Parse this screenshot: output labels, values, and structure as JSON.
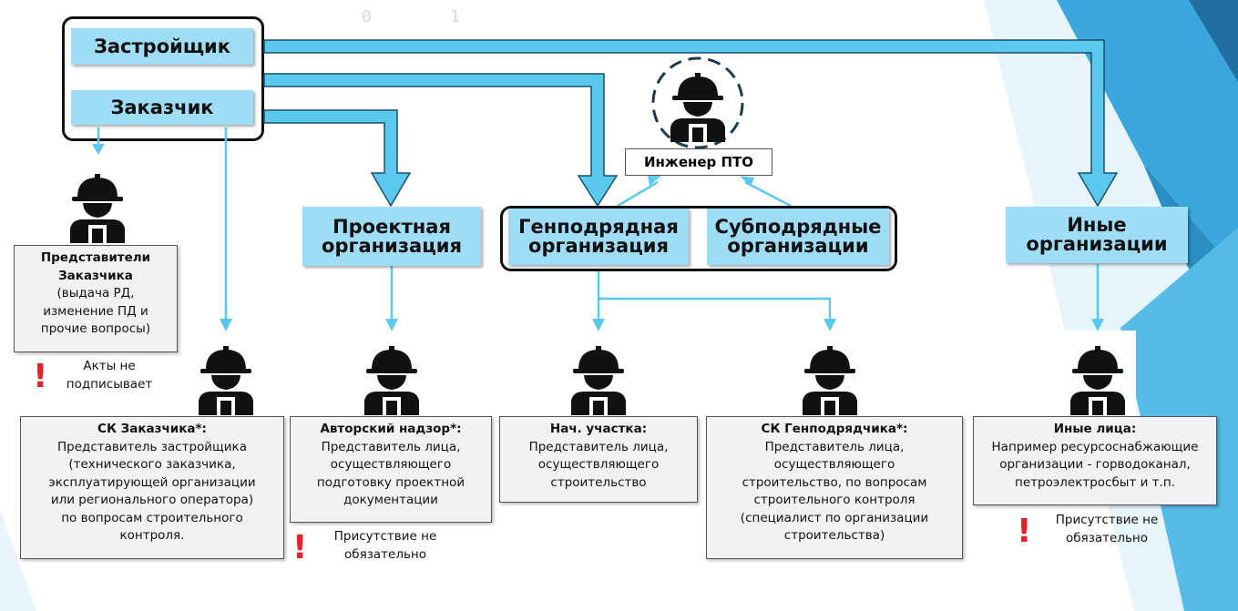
{
  "colors": {
    "arrow_fill": "#5bc8ee",
    "arrow_stroke": "#1b4f70",
    "box_fill": "#9fdcf5",
    "warning": "#e8202a",
    "background_accent": "#3aa8dc"
  },
  "top": {
    "developer": "Застройщик",
    "customer": "Заказчик"
  },
  "orgs": {
    "design": [
      "Проектная",
      "организация"
    ],
    "general": [
      "Генподрядная",
      "организация"
    ],
    "sub": [
      "Субподрядные",
      "организации"
    ],
    "other": [
      "Иные",
      "организации"
    ]
  },
  "pto_label": "Инженер ПТО",
  "customer_reps": {
    "title_lines": [
      "Представители",
      "Заказчика"
    ],
    "desc_lines": [
      "(выдача РД,",
      "изменение ПД и",
      "прочие вопросы)"
    ]
  },
  "notes": {
    "no_sign": [
      "Акты не",
      "подписывает"
    ],
    "presence_optional_1": [
      "Присутствие не",
      "обязательно"
    ],
    "presence_optional_2": [
      "Присутствие не",
      "обязательно"
    ]
  },
  "roles": {
    "sk_customer": {
      "title": "СК Заказчика*:",
      "lines": [
        "Представитель    застройщика",
        "(технического    заказчика,",
        "эксплуатирующей организации",
        "или    регионального    оператора)",
        "по   вопросам   строительного",
        "контроля."
      ]
    },
    "author": {
      "title": "Авторский надзор*:",
      "lines": [
        "Представитель лица,",
        "осуществляющего",
        "подготовку проектной",
        "документации"
      ]
    },
    "site_chief": {
      "title": "Нач. участка:",
      "lines": [
        "Представитель лица,",
        "осуществляющего",
        "строительство"
      ]
    },
    "sk_general": {
      "title": "СК Генподрядчика*:",
      "lines": [
        "Представитель    лица,",
        "осуществляющего",
        "строительство,   по   вопросам",
        "строительного контроля",
        "(специалист по организации",
        "строительства)"
      ]
    },
    "others": {
      "title": "Иные лица:",
      "lines": [
        "Например ресурсоснабжающие",
        "организации - горводоканал,",
        "петроэлектросбыт и т.п."
      ]
    }
  },
  "icons": [
    "worker-icon",
    "exclamation-icon",
    "arrow"
  ]
}
